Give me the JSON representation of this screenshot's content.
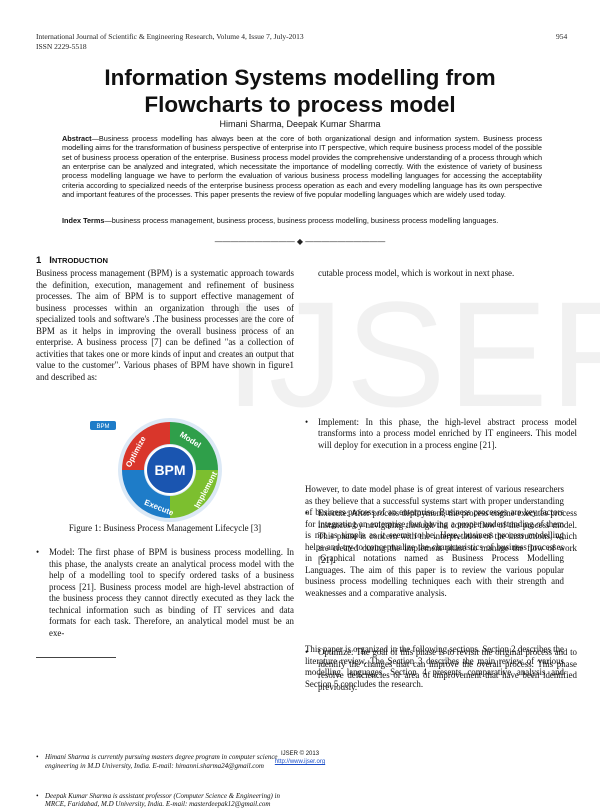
{
  "header": {
    "journal": "International Journal of Scientific & Engineering Research, Volume 4, Issue 7, July-2013",
    "issn": "ISSN 2229-5518",
    "page_number": "954"
  },
  "title": {
    "line1": "Information Systems modelling from",
    "line2": "Flowcharts to process model"
  },
  "authors": "Himani Sharma, Deepak Kumar Sharma",
  "abstract": {
    "label": "Abstract",
    "text": "—Business process modelling has always been at the core of both organizational design and information system. Business process modelling aims for the transformation of business perspective of enterprise into IT perspective, which require business process model of the possible set of business process operation of the enterprise. Business process model provides the comprehensive understanding of a process through which an enterprise can be analyzed and integrated, which necessitate the importance of modelling correctly. With the existence of variety of business process modelling language we have to perform the evaluation of various business process modelling languages for accessing the acceptability criteria according to specialized needs of the enterprise business process operation as each and every modelling language has its own perspective and important features of the processes. This paper presents the review of five popular modelling languages which are widely used today."
  },
  "index_terms": {
    "label": "Index Terms",
    "text": "—business process management, business process, business process modelling, business process modelling languages."
  },
  "divider": "——————————   ◆   ——————————",
  "section1": {
    "number": "1",
    "title_first": "I",
    "title_rest": "NTRODUCTION"
  },
  "left_column": {
    "intro": "Business process management (BPM) is a systematic approach towards the definition, execution, management and refinement of business processes. The aim of BPM is to support effective management of business processes within an organization through the uses of specialized tools and software's .The business processes are the core of BPM as it helps in improving the overall business process of an enterprise. A business process [7] can be defined \"as a collection of activities that takes one or more kinds of input and creates an output that value to the customer\". Various phases of BPM have shown in figure1 and described as:",
    "figure_caption": "Figure 1: Business Process Management Lifecycle [3]",
    "bullet_model": "Model: The first phase of BPM is business process modelling. In this phase, the analysts create an analytical process model with the help of a modelling tool to specify ordered tasks of a business process [21]. Business process model are high-level abstraction of the business process they cannot directly executed as they lack the technical information such as binding of IT services and data formats for each task. Therefore, an analytical model must be an exe-"
  },
  "figure": {
    "center": "BPM",
    "phases": [
      "Model",
      "Implement",
      "Execute",
      "Optimize"
    ],
    "tag": "BPM",
    "colors": {
      "model": "#2f9f4a",
      "implement": "#7cbf2f",
      "execute": "#1e7cc8",
      "optimize": "#d9362b",
      "center": "#1a55b0",
      "ring": "#a8c8ea"
    }
  },
  "right_column": {
    "continuation": "cutable process model, which is workout in next phase.",
    "bullets": [
      "Implement: In this phase, the high-level abstract process model transforms into a process model enriched by IT engineers. This model will deploy for execution in a process engine [21].",
      "Execute: After process deployment, the process engine executes process instances by navigating through the control flow of the process model. This phase is concern with the interpretation of the instructions, which are created during the implement phase to manage the flow of work [21].",
      "Optimize: The goal of this phase is to revisit the original process and to identify the changes that can improve the overall process. This phase resolve deficiencies or area of improvement that have been identified previously."
    ],
    "para1": "However, to date model phase is of great interest of various researchers as they believe that a successful systems start with proper understanding of business process of an enterprise. Business processes are key factors for integrating an enterprise, but having a proper understanding of them is not as simple as it seems to be. Here, business process modelling helps and try to conceptualize the characteristics of business processes in Graphical notations named as Business Process Modelling Languages. The aim of this paper is to review the various popular business process modelling techniques each with their strength and weaknesses and a comparative analysis.",
    "para2": "This paper is organized in the following sections. Section 2 describes the literature review. The Section 3 describes the main review of various modelling languages. Section 4 presents comparative analysis and Section 5 concludes the research."
  },
  "footnotes": [
    "Himani Sharma is currently pursuing masters degree program in computer science engineering in M.D University, India. E-mail: himanni.sharma24@gmail.com",
    "Deepak Kumar Sharma is assistant professor (Computer Science & Engineering) in MRCE, Faridabad, M.D University, India. E-mail: masterdeepak12@gmail.com"
  ],
  "watermark": "IJSER",
  "footer": {
    "copyright": "IJSER © 2013",
    "url": "http://www.ijser.org"
  }
}
